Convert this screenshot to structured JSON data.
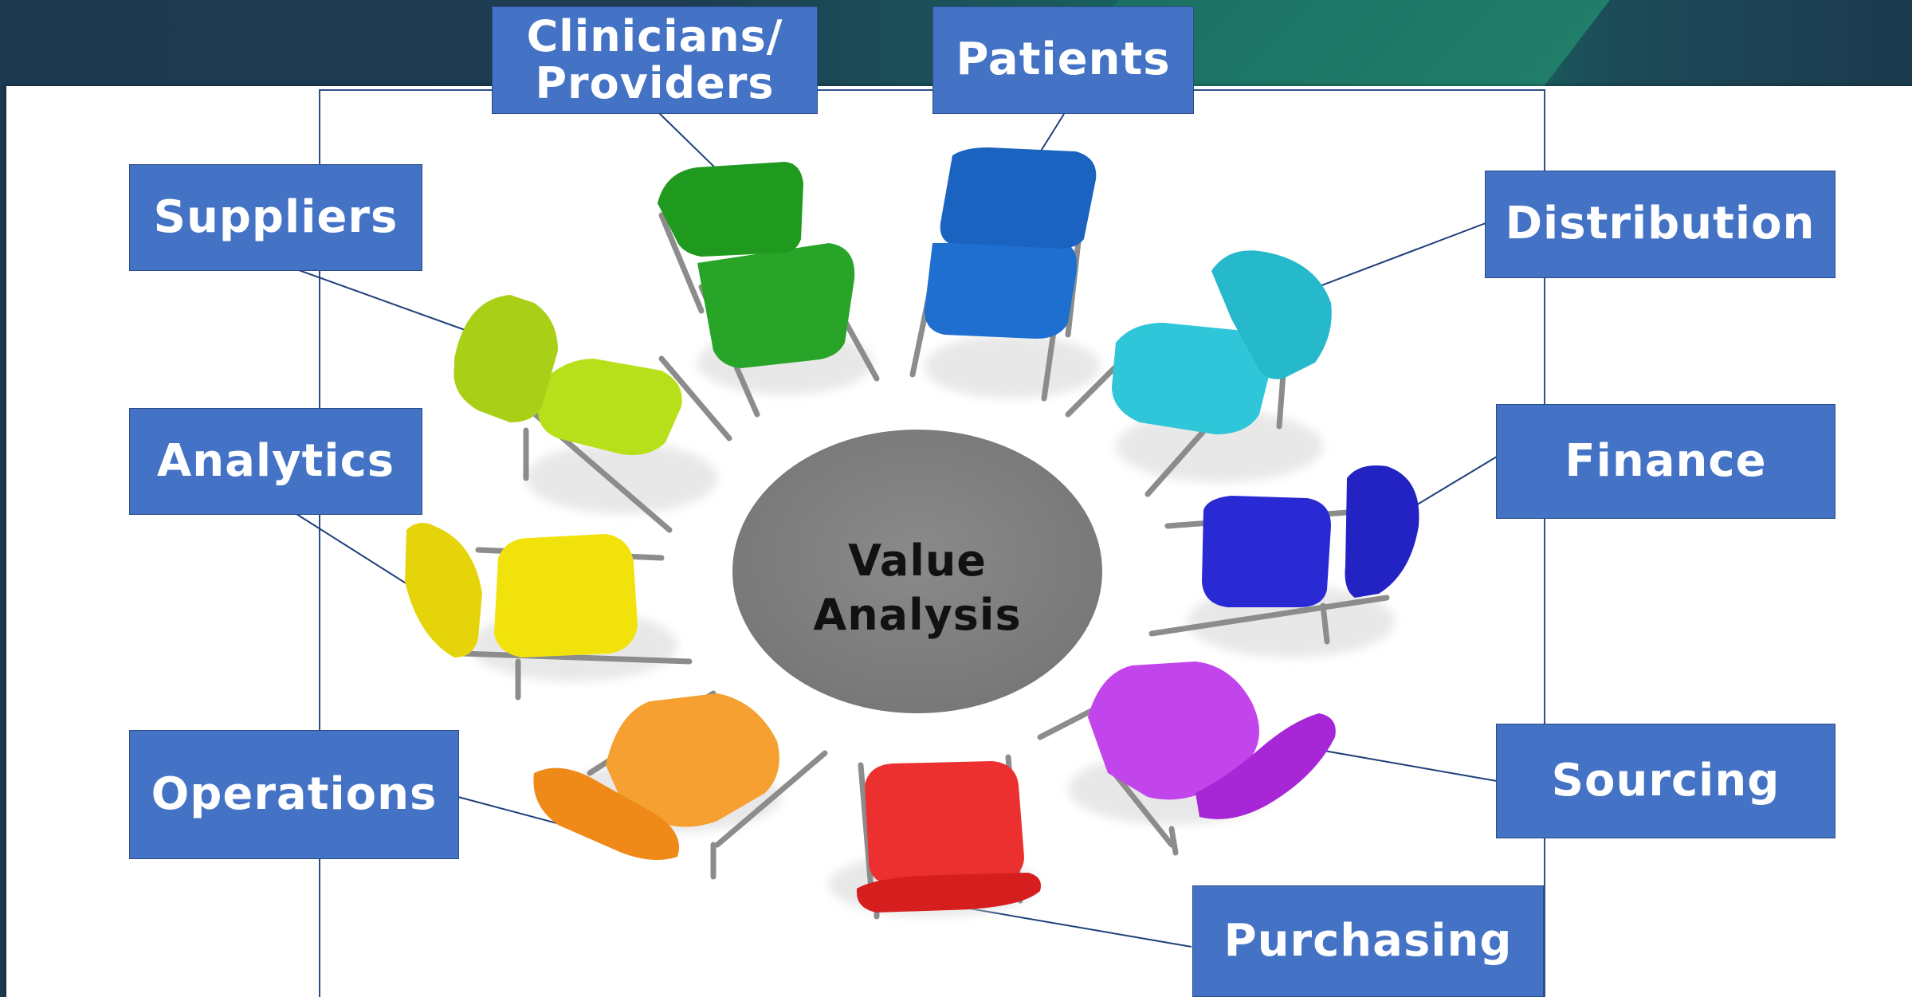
{
  "center": {
    "label": "Value\nAnalysis"
  },
  "stakeholders": {
    "clinicians": "Clinicians/\nProviders",
    "patients": "Patients",
    "suppliers": "Suppliers",
    "distribution": "Distribution",
    "analytics": "Analytics",
    "finance": "Finance",
    "operations": "Operations",
    "sourcing": "Sourcing",
    "purchasing": "Purchasing"
  },
  "colors": {
    "box_fill": "#4472c4",
    "center_fill": "#7f7f7f",
    "chairs": {
      "clinicians": "#2aa52a",
      "patients": "#1f6fd1",
      "suppliers": "#b8e01a",
      "distribution": "#2ec6d8",
      "analytics": "#f2e20c",
      "finance": "#2a2ad4",
      "operations": "#f5a030",
      "sourcing": "#b02ae0",
      "purchasing": "#e82424"
    }
  }
}
